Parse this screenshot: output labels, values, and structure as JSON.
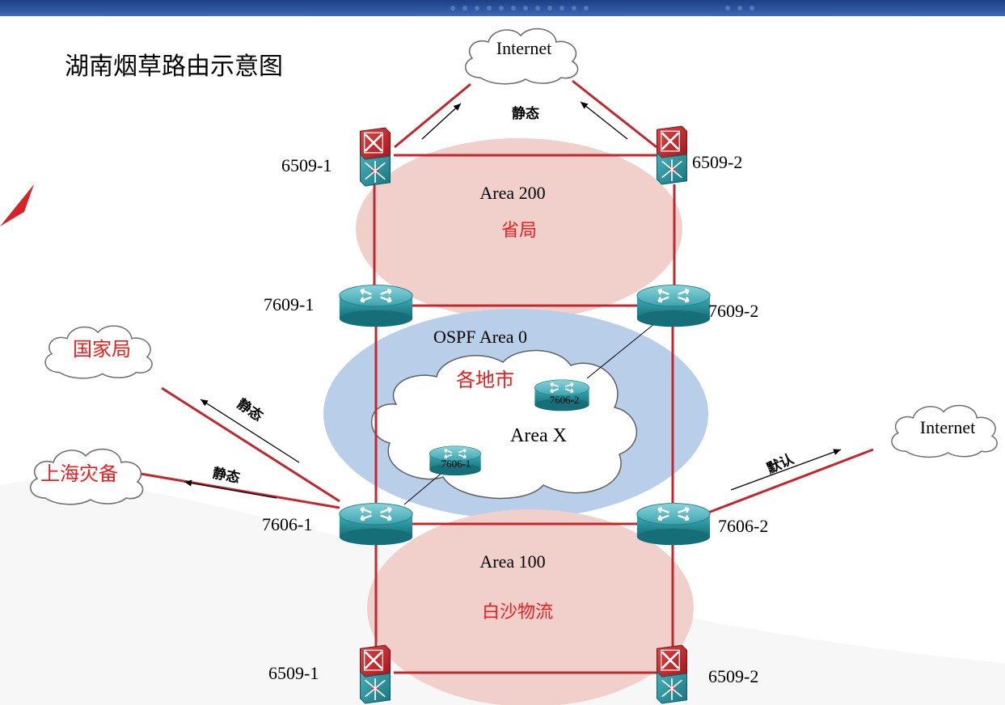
{
  "title": "湖南烟草路由示意图",
  "colors": {
    "link": "#c0282d",
    "area_pink": "#f1cfcb",
    "area_blue": "#b9cfe9",
    "red_label": "#ee1c1c",
    "device_teal": "#2a8f9a",
    "switch_red": "#c82127"
  },
  "clouds": {
    "internet_top": "Internet",
    "internet_right": "Internet",
    "guojiaju": "国家局",
    "shanghai": "上海灾备",
    "gedishi": "各地市"
  },
  "areas": {
    "area200": "Area 200",
    "shengju": "省局",
    "ospf0": "OSPF Area 0",
    "areax": "Area X",
    "area100": "Area 100",
    "baisha": "白沙物流"
  },
  "devices": {
    "sw_top_left": "6509-1",
    "sw_top_right": "6509-2",
    "r7609_1": "7609-1",
    "r7609_2": "7609-2",
    "r7606_1": "7606-1",
    "r7606_2": "7606-2",
    "r7606_small_1": "7606-1",
    "r7606_small_2": "7606-2",
    "sw_bot_left": "6509-1",
    "sw_bot_right": "6509-2"
  },
  "routes": {
    "static_top": "静态",
    "static_guojiaju": "静态",
    "static_shanghai": "静态",
    "default_right": "默认"
  }
}
